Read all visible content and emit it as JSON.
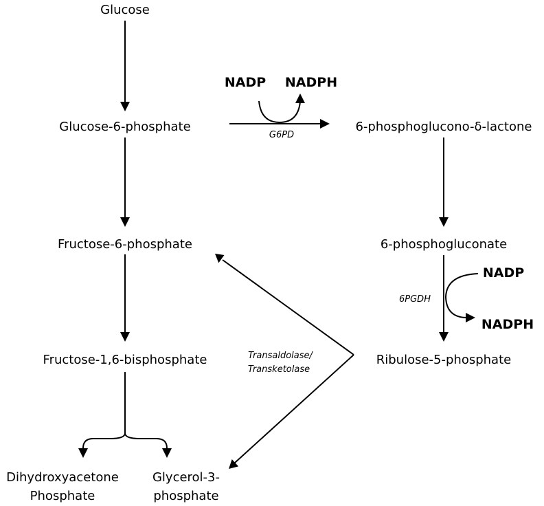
{
  "metabolites": {
    "glucose": "Glucose",
    "g6p": "Glucose-6-phosphate",
    "f6p": "Fructose-6-phosphate",
    "f16bp": "Fructose-1,6-bisphosphate",
    "dhap_line1": "Dihydroxyacetone",
    "dhap_line2": "Phosphate",
    "g3p_line1": "Glycerol-3-",
    "g3p_line2": "phosphate",
    "lactone": "6-phosphoglucono-δ-lactone",
    "gluconate": "6-phosphogluconate",
    "ru5p": "Ribulose-5-phosphate"
  },
  "cofactors": {
    "nadp_top": "NADP",
    "nadph_top": "NADPH",
    "nadp_right": "NADP",
    "nadph_right": "NADPH"
  },
  "enzymes": {
    "g6pd": "G6PD",
    "pgdh": "6PGDH",
    "transaldolase_line1": "Transaldolase/",
    "transaldolase_line2": "Transketolase"
  }
}
